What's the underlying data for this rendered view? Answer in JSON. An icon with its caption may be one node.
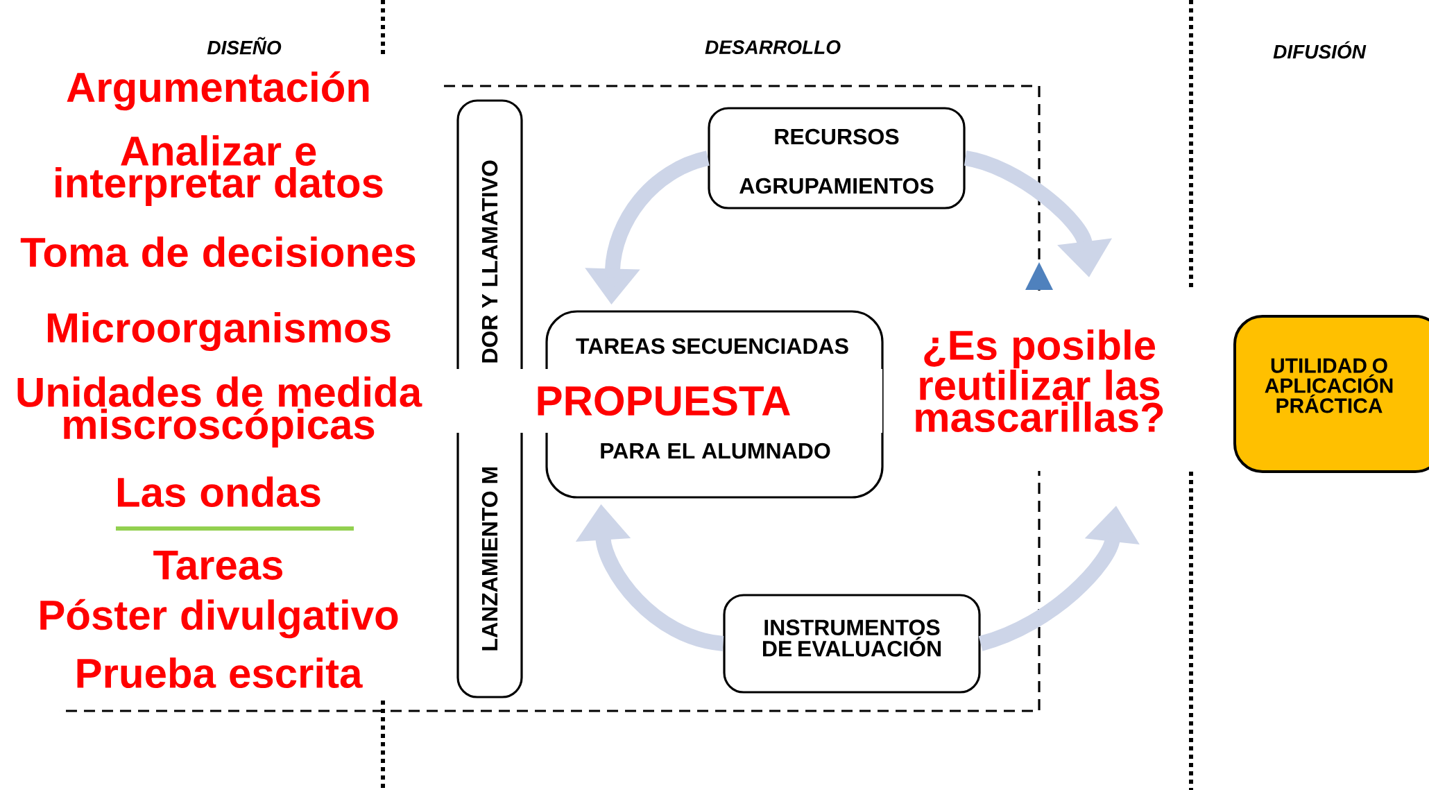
{
  "diagram": {
    "nodes": [
      {
        "text": [
          "LANZAMIENTO M",
          "DOR Y LLAMATIVO"
        ]
      },
      {
        "text": [
          "RECURSOS",
          "AGRUPAMIENTOS"
        ]
      },
      {
        "text": [
          "TAREAS SECUENCIADAS",
          "PROPUESTA",
          "PARA EL ALUMNADO"
        ]
      },
      {
        "text": [
          "INSTRUMENTOS DE EVALUACIÓN"
        ]
      },
      {
        "text": [
          "UTILIDAD O APLICACIÓN PRÁCTICA"
        ]
      }
    ],
    "edges": [
      {
        "from": 1,
        "to": 2,
        "arrow": "to"
      },
      {
        "from": 1,
        "to": null,
        "arrow": "to"
      },
      {
        "from": 3,
        "to": 2,
        "arrow": "to"
      },
      {
        "from": 3,
        "to": null,
        "arrow": "to"
      }
    ],
    "labels": [
      "DISEÑO",
      "DESARROLLO",
      "DIFUSIÓN",
      "Argumentación",
      "Analizar e interpretar datos",
      "Toma de decisiones",
      "Microorganismos",
      "Unidades de medida miscroscópicas",
      "Las ondas",
      "Tareas",
      "Póster divulgativo",
      "Prueba escrita",
      "¿Es posible reutilizar las mascarillas?"
    ]
  }
}
